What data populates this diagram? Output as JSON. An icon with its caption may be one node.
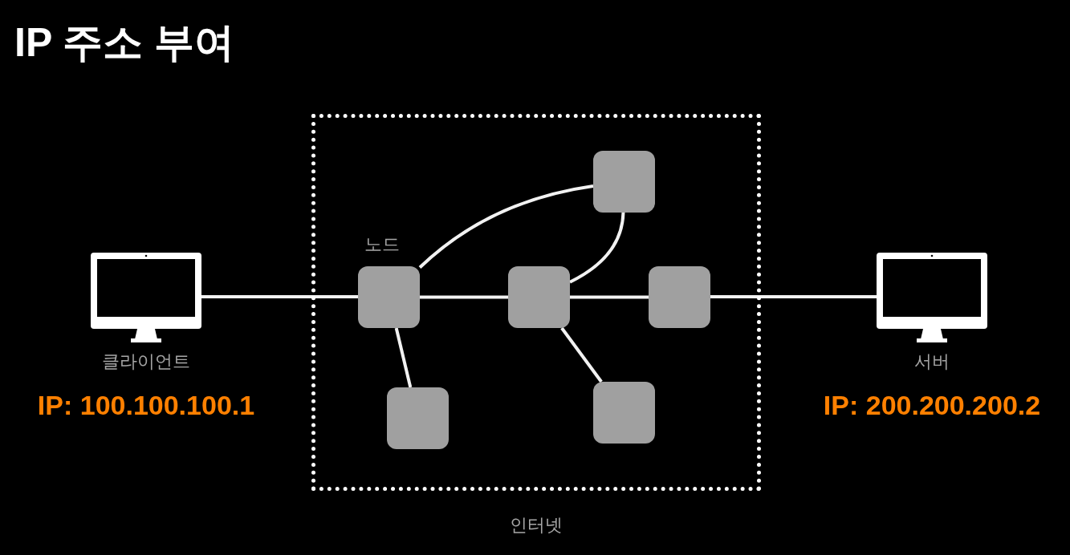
{
  "diagram": {
    "title": "IP 주소 부여",
    "nodes": [
      {
        "text": [],
        "shape": "picture",
        "beside": [
          "클라이언트",
          "IP: 100.100.100.1"
        ]
      },
      {
        "text": [
          "인터넷"
        ]
      },
      {
        "text": [],
        "shape": "box",
        "in": 1
      },
      {
        "text": [
          "노드"
        ],
        "in": 1
      },
      {
        "text": [],
        "shape": "box",
        "in": 1
      },
      {
        "text": [],
        "shape": "box",
        "in": 1
      },
      {
        "text": [],
        "shape": "box",
        "in": 1
      },
      {
        "text": [],
        "shape": "box",
        "in": 1
      },
      {
        "text": [],
        "shape": "picture",
        "beside": [
          "서버",
          "IP: 200.200.200.2"
        ]
      }
    ],
    "edges": [
      {
        "from": 0,
        "to": 3,
        "arrow": "none"
      },
      {
        "from": 3,
        "to": 4,
        "arrow": "none"
      },
      {
        "from": 4,
        "to": 5,
        "arrow": "none"
      },
      {
        "from": 5,
        "to": 8,
        "arrow": "none"
      },
      {
        "from": 3,
        "to": 2,
        "arrow": "none"
      },
      {
        "from": 2,
        "to": 4,
        "arrow": "none"
      },
      {
        "from": 3,
        "to": 6,
        "arrow": "none"
      },
      {
        "from": 4,
        "to": 7,
        "arrow": "none"
      }
    ]
  }
}
